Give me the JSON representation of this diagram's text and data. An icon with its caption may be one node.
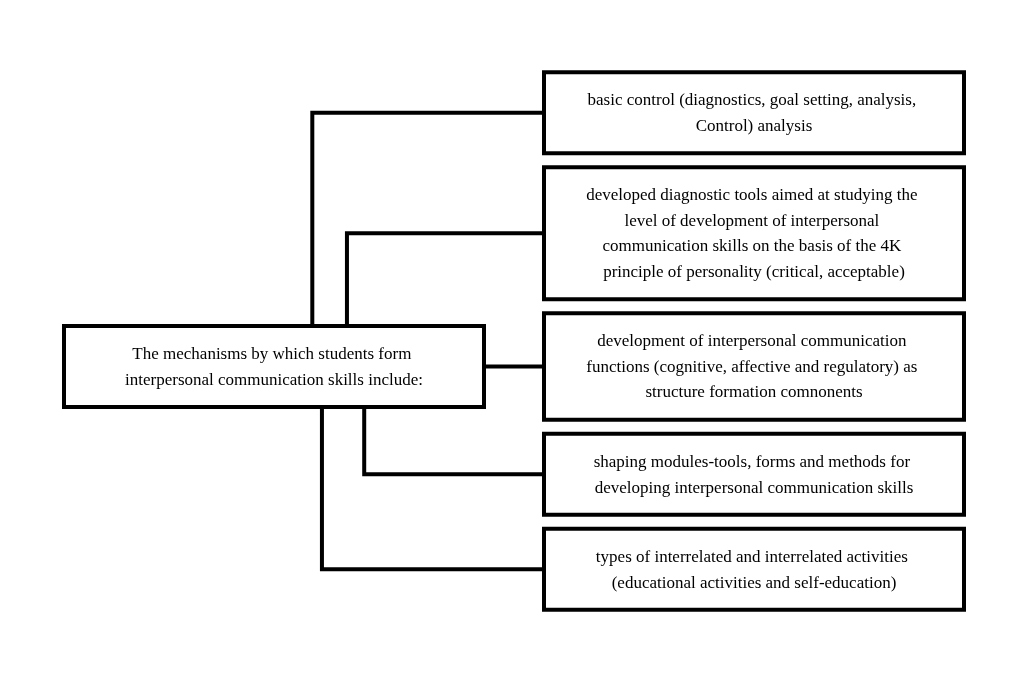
{
  "diagram": {
    "nodes": [
      {
        "text": [
          "The mechanisms by which students form interpersonal communication skills include:"
        ]
      },
      {
        "text": [
          "basic control (diagnostics, goal setting, analysis, Control) analysis"
        ]
      },
      {
        "text": [
          "developed diagnostic tools aimed at studying the level of development of interpersonal communication skills on the basis of the 4K principle of personality (critical, acceptable)"
        ]
      },
      {
        "text": [
          "development of interpersonal communication functions (cognitive, affective and regulatory) as structure formation comnonents"
        ]
      },
      {
        "text": [
          "shaping modules-tools, forms and methods for developing interpersonal communication skills"
        ]
      },
      {
        "text": [
          "types of interrelated and interrelated activities (educational activities and self-education)"
        ]
      }
    ],
    "edges": [
      {
        "from": 0,
        "to": 1,
        "arrow": "none"
      },
      {
        "from": 0,
        "to": 2,
        "arrow": "none"
      },
      {
        "from": 0,
        "to": 3,
        "arrow": "none"
      },
      {
        "from": 0,
        "to": 4,
        "arrow": "none"
      },
      {
        "from": 0,
        "to": 5,
        "arrow": "none"
      }
    ]
  }
}
